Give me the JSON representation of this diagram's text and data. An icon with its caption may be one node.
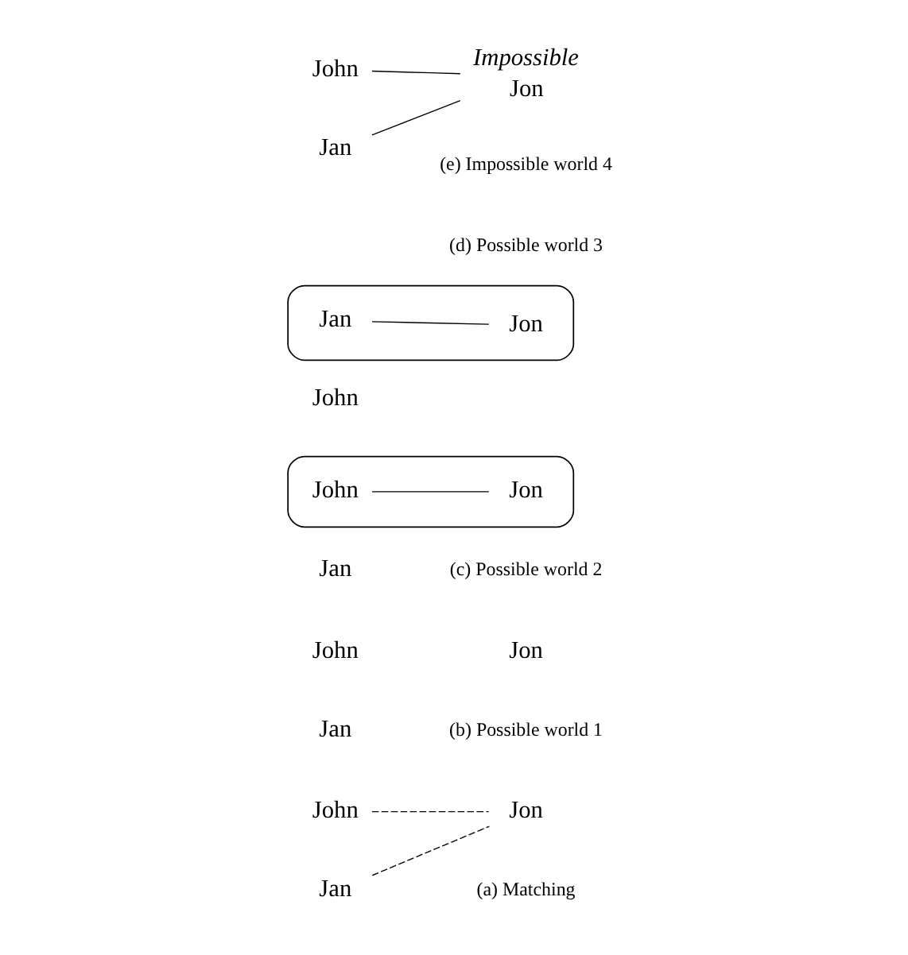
{
  "diagram": {
    "nodes": [
      {
        "text": [
          "John"
        ]
      },
      {
        "text": [
          "Jon"
        ]
      },
      {
        "text": [
          "Jan"
        ]
      },
      {
        "text": [
          "John"
        ]
      },
      {
        "text": [
          "Jon"
        ]
      },
      {
        "text": [
          "Jan"
        ]
      },
      {
        "text": [],
        "shape": "ellipse"
      },
      {
        "text": [
          "John"
        ],
        "in": 6
      },
      {
        "text": [
          "Jon"
        ],
        "in": 6
      },
      {
        "text": [
          "Jan"
        ]
      },
      {
        "text": [
          "John"
        ]
      },
      {
        "text": [],
        "shape": "ellipse"
      },
      {
        "text": [
          "Jon"
        ],
        "in": 11
      },
      {
        "text": [
          "Jan"
        ],
        "in": 11
      },
      {
        "text": [
          "John"
        ]
      },
      {
        "text": [
          "Jon"
        ],
        "beside": [
          "Impossible"
        ]
      },
      {
        "text": [
          "Jan"
        ]
      }
    ],
    "edges": [
      {
        "from": 0,
        "to": 1,
        "arrow": "none",
        "style": "dashed"
      },
      {
        "from": 2,
        "to": 1,
        "arrow": "none",
        "style": "dashed"
      },
      {
        "from": 7,
        "to": 8,
        "arrow": "none"
      },
      {
        "from": 13,
        "to": 12,
        "arrow": "none"
      },
      {
        "from": 14,
        "to": 15,
        "arrow": "none"
      },
      {
        "from": 16,
        "to": 15,
        "arrow": "none"
      }
    ],
    "labels": [
      "(a) Matching",
      "(b) Possible world 1",
      "(c) Possible world 2",
      "(d) Possible world 3",
      "(e) Impossible world 4"
    ]
  }
}
